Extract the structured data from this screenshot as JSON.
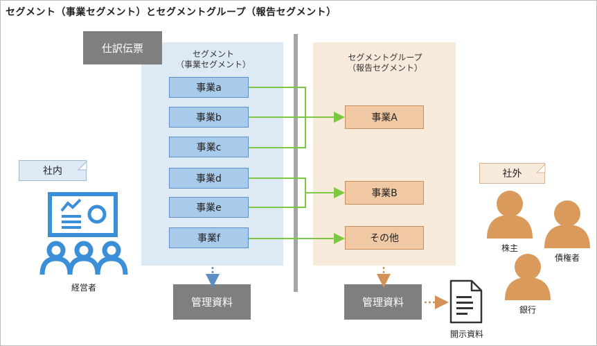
{
  "title": "セグメント（事業セグメント）とセグメントグループ（報告セグメント）",
  "journal_label": "仕訳伝票",
  "segment_header": {
    "line1": "セグメント",
    "line2": "（事業セグメント）"
  },
  "group_header": {
    "line1": "セグメントグループ",
    "line2": "（報告セグメント）"
  },
  "segments": [
    "事業a",
    "事業b",
    "事業c",
    "事業d",
    "事業e",
    "事業f"
  ],
  "groups": [
    "事業A",
    "事業B",
    "その他"
  ],
  "mgmt_report_1": "管理資料",
  "mgmt_report_2": "管理資料",
  "internal": {
    "tag": "社内",
    "person": "経営者"
  },
  "external": {
    "tag": "社外",
    "holders": [
      "株主",
      "債権者",
      "銀行"
    ]
  },
  "disclosure_label": "開示資料",
  "colors": {
    "segment_fill": "#a9cbeb",
    "group_fill": "#f0c9a4",
    "arrow_green": "#7dc842",
    "arrow_blue": "#5b8fc4",
    "arrow_orange": "#d49258",
    "person_blue": "#3b8ed8",
    "person_orange": "#d99a5c"
  }
}
